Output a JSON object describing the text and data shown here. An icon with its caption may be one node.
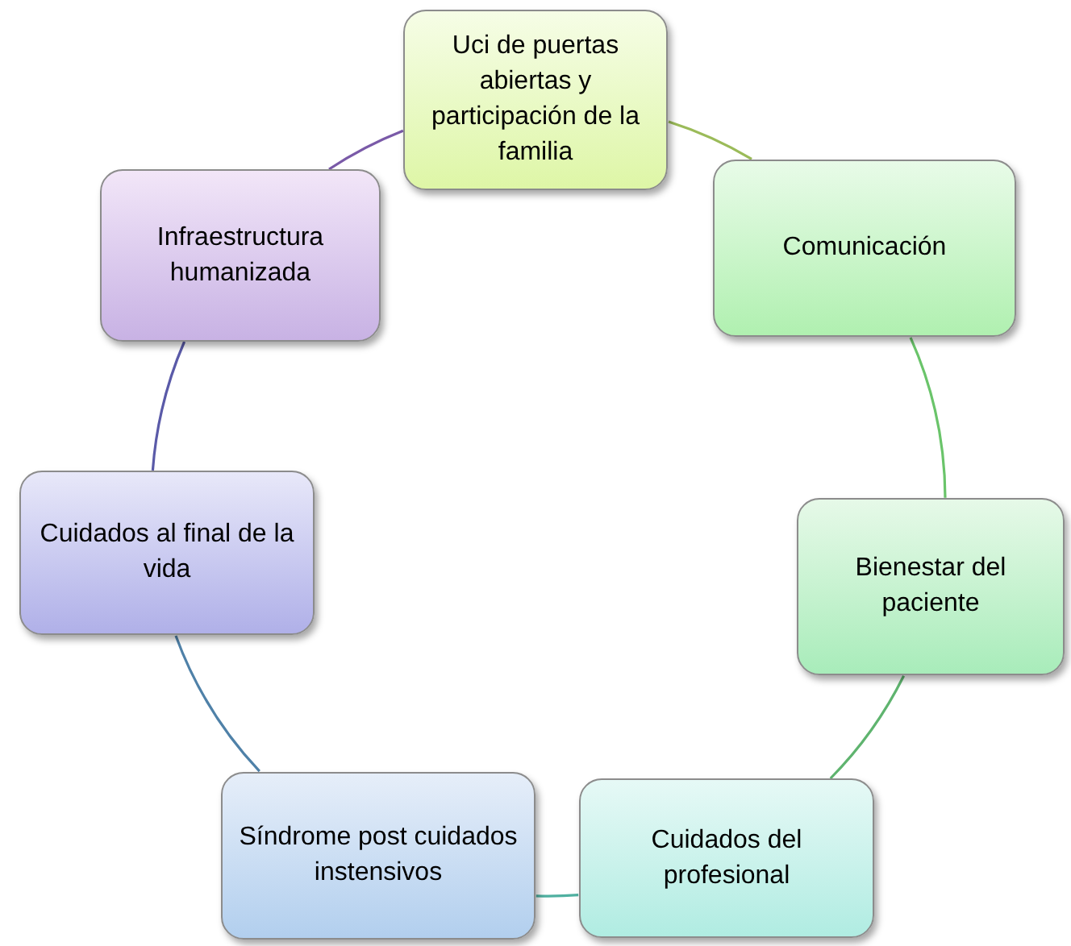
{
  "diagram": {
    "nodes": [
      {
        "text": [
          "Uci de puertas abiertas y participación de la familia"
        ]
      },
      {
        "text": [
          "Comunicación"
        ]
      },
      {
        "text": [
          "Bienestar del paciente"
        ]
      },
      {
        "text": [
          "Cuidados del profesional"
        ]
      },
      {
        "text": [
          "Síndrome post cuidados instensivos"
        ]
      },
      {
        "text": [
          "Cuidados al final de la vida"
        ]
      },
      {
        "text": [
          "Infraestructura humanizada"
        ]
      }
    ],
    "edges": [
      {
        "from": 0,
        "to": 1,
        "arrow": "none",
        "color": "#9bbb59"
      },
      {
        "from": 1,
        "to": 2,
        "arrow": "none",
        "color": "#6ac46a"
      },
      {
        "from": 2,
        "to": 3,
        "arrow": "none",
        "color": "#5fb46f"
      },
      {
        "from": 3,
        "to": 4,
        "arrow": "none",
        "color": "#4fb0a0"
      },
      {
        "from": 4,
        "to": 5,
        "arrow": "none",
        "color": "#4f81a8"
      },
      {
        "from": 5,
        "to": 6,
        "arrow": "none",
        "color": "#5a5aa8"
      },
      {
        "from": 6,
        "to": 0,
        "arrow": "none",
        "color": "#7a5aa8"
      }
    ]
  }
}
